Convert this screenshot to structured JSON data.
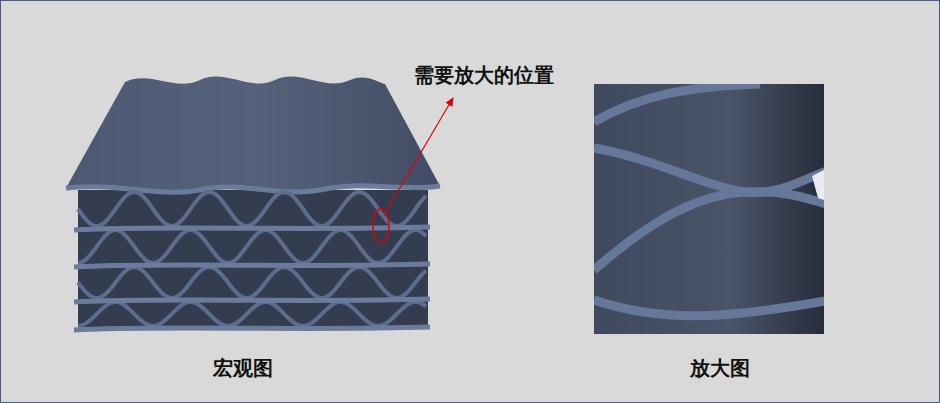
{
  "diagram": {
    "labels": [
      "需要放大的位置",
      "宏观图",
      "放大图"
    ]
  }
}
